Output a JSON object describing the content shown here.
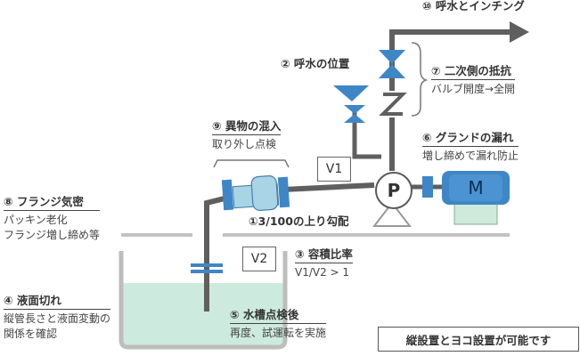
{
  "labels": {
    "l1": {
      "title": "①3/100の上り勾配"
    },
    "l2": {
      "title": "② 呼水の位置"
    },
    "l3": {
      "title": "③ 容積比率",
      "desc": "V1/V2 > 1"
    },
    "l4": {
      "title": "④ 液面切れ",
      "desc1": "縦管長さと液面変動の",
      "desc2": "関係を確認"
    },
    "l5": {
      "title": "⑤ 水槽点検後",
      "desc": "再度、試運転を実施"
    },
    "l6": {
      "title": "⑥ グランドの漏れ",
      "desc": "増し締めで漏れ防止"
    },
    "l7": {
      "title": "⑦ 二次側の抵抗",
      "desc": "バルブ開度→全開"
    },
    "l8": {
      "title": "⑧ フランジ気密",
      "desc1": "パッキン老化",
      "desc2": "フランジ増し締め等"
    },
    "l9": {
      "title": "⑨ 異物の混入",
      "desc": "取り外し点検"
    },
    "l10": {
      "title": "⑩ 呼水とインチング"
    }
  },
  "boxes": {
    "v1": "V1",
    "v2": "V2",
    "pump": "P",
    "motor": "M"
  },
  "note": "縦設置とヨコ設置が可能です",
  "colors": {
    "pipe": "#5f5f5f",
    "valve": "#3f86c6",
    "strainer": "#a9d4e6",
    "water": "#cdeadf",
    "motor": "#3f86c6",
    "base": "#cfe9da"
  }
}
